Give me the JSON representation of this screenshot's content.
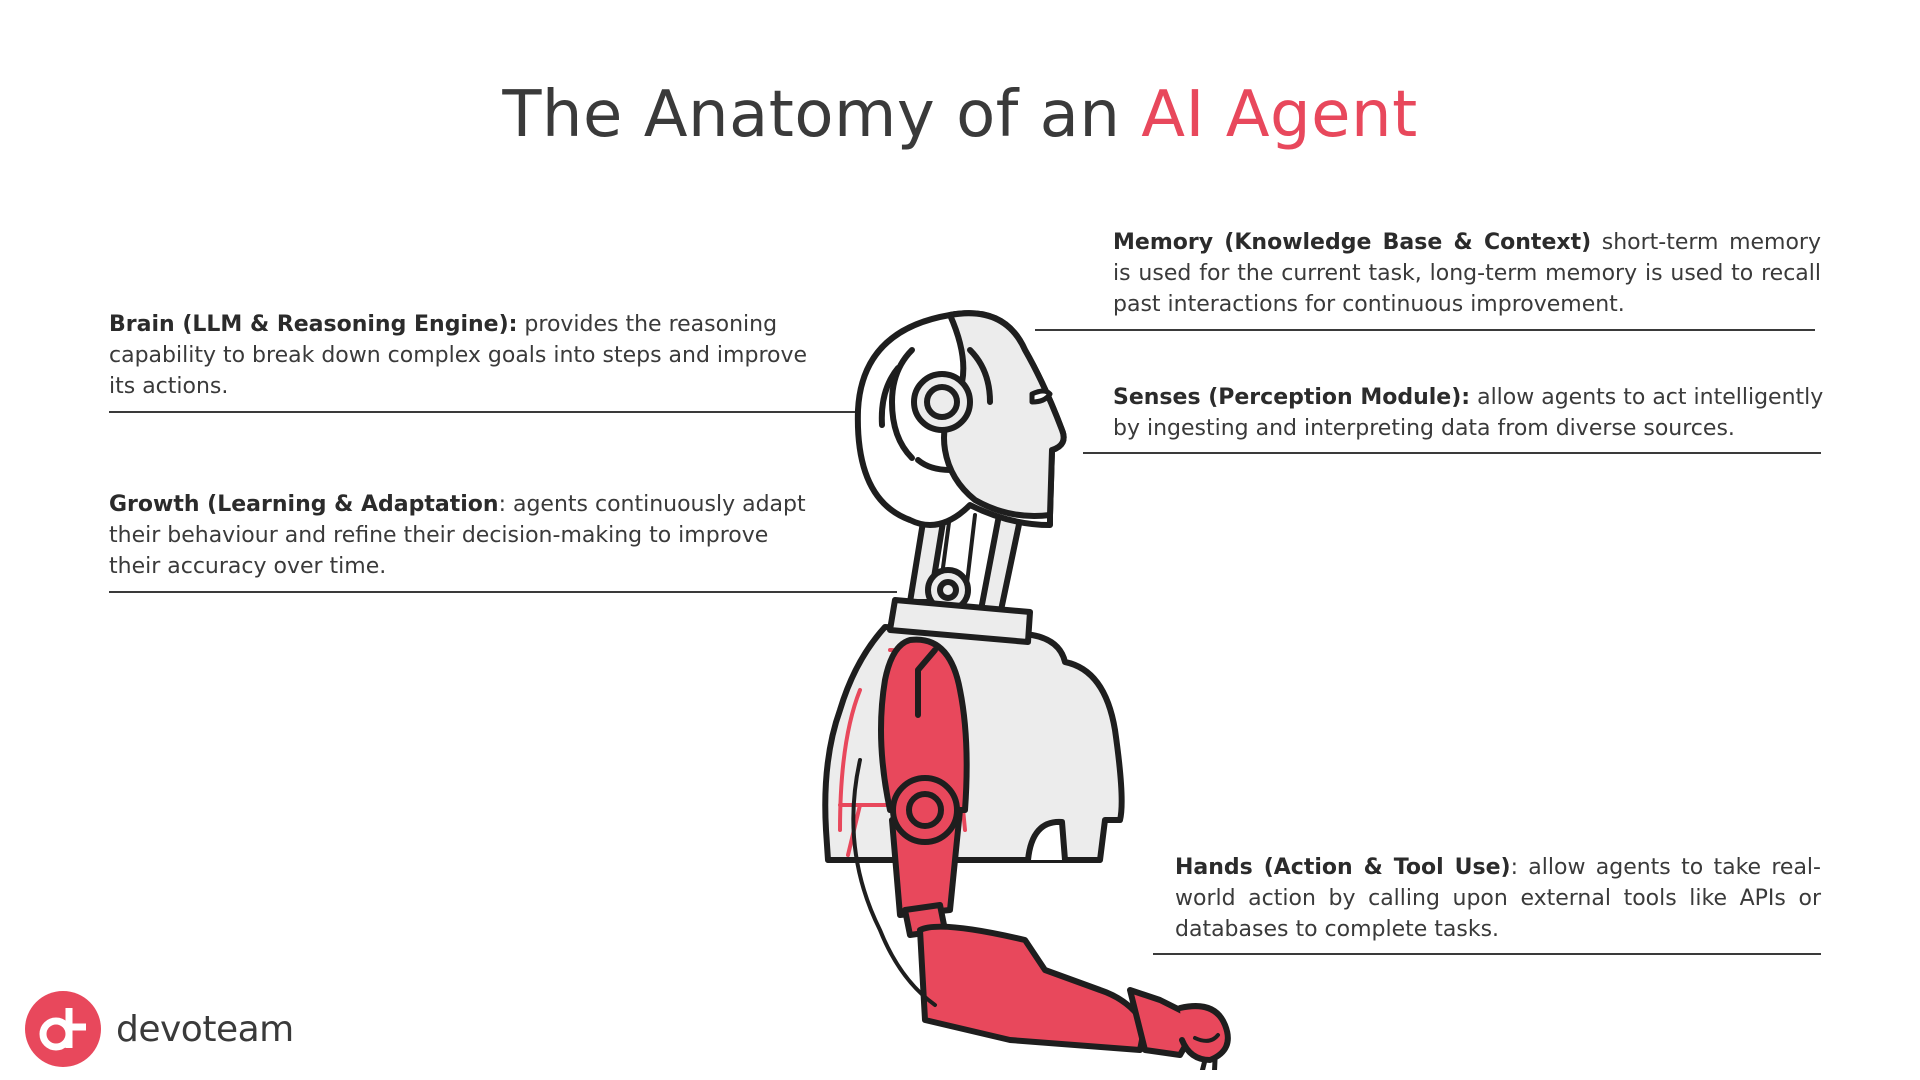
{
  "title": {
    "part1": "The Anatomy of an ",
    "part2": "AI Agent"
  },
  "annotations": {
    "brain": {
      "heading": "Brain (LLM & Reasoning Engine):",
      "text": " provides the reasoning capability to break down complex goals into steps and improve its actions."
    },
    "growth": {
      "heading": "Growth (Learning & Adaptation",
      "text": ": agents continuously adapt their behaviour and refine their decision-making to improve their accuracy over time."
    },
    "memory": {
      "heading": "Memory (Knowledge Base & Context)",
      "text": " short-term memory is used for the current task, long-term memory is used to recall past interactions for continuous improvement."
    },
    "senses": {
      "heading": "Senses (Perception Module):",
      "text": " allow agents to act intelligently by ingesting and interpreting data from diverse sources."
    },
    "hands": {
      "heading": "Hands (Action & Tool Use)",
      "text": ": allow agents to take real-world action by calling upon external tools like APIs or databases to complete tasks."
    }
  },
  "logo": {
    "wordmark": "devoteam",
    "icon": "devoteam-logo-icon"
  },
  "colors": {
    "accent": "#e8485c",
    "text": "#3a3a3a",
    "robot_fill": "#ececec",
    "robot_outline": "#1e1e1e"
  }
}
